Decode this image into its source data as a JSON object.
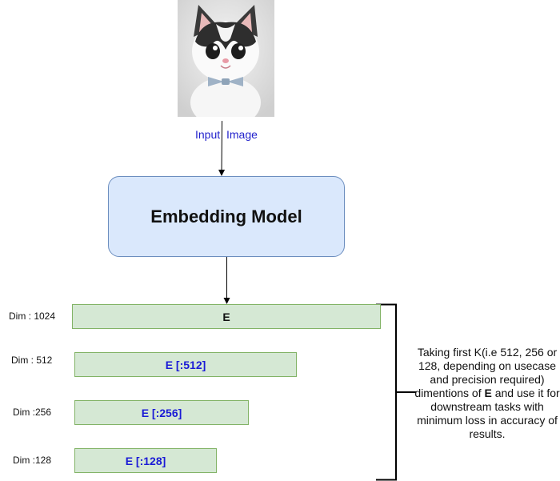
{
  "input": {
    "caption_left": "Input",
    "caption_right": "Image"
  },
  "model": {
    "label": "Embedding Model"
  },
  "embeddings": [
    {
      "dim_label": "Dim : 1024",
      "bar_label": "E"
    },
    {
      "dim_label": "Dim : 512",
      "bar_label": "E [:512]"
    },
    {
      "dim_label": "Dim :256",
      "bar_label": "E [:256]"
    },
    {
      "dim_label": "Dim :128",
      "bar_label": "E [:128]"
    }
  ],
  "note": {
    "before": "Taking first K(i.e 512, 256 or 128, depending on usecase and precision required) dimentions of ",
    "emphasis": "E",
    "after": " and use it for downstream tasks with minimum loss in accuracy of results."
  },
  "colors": {
    "model_fill": "#dae8fc",
    "model_border": "#6c8ebf",
    "bar_fill": "#d5e8d4",
    "bar_border": "#82b366",
    "caption_text": "#2222cc",
    "slice_label_text": "#1a1ad6"
  }
}
